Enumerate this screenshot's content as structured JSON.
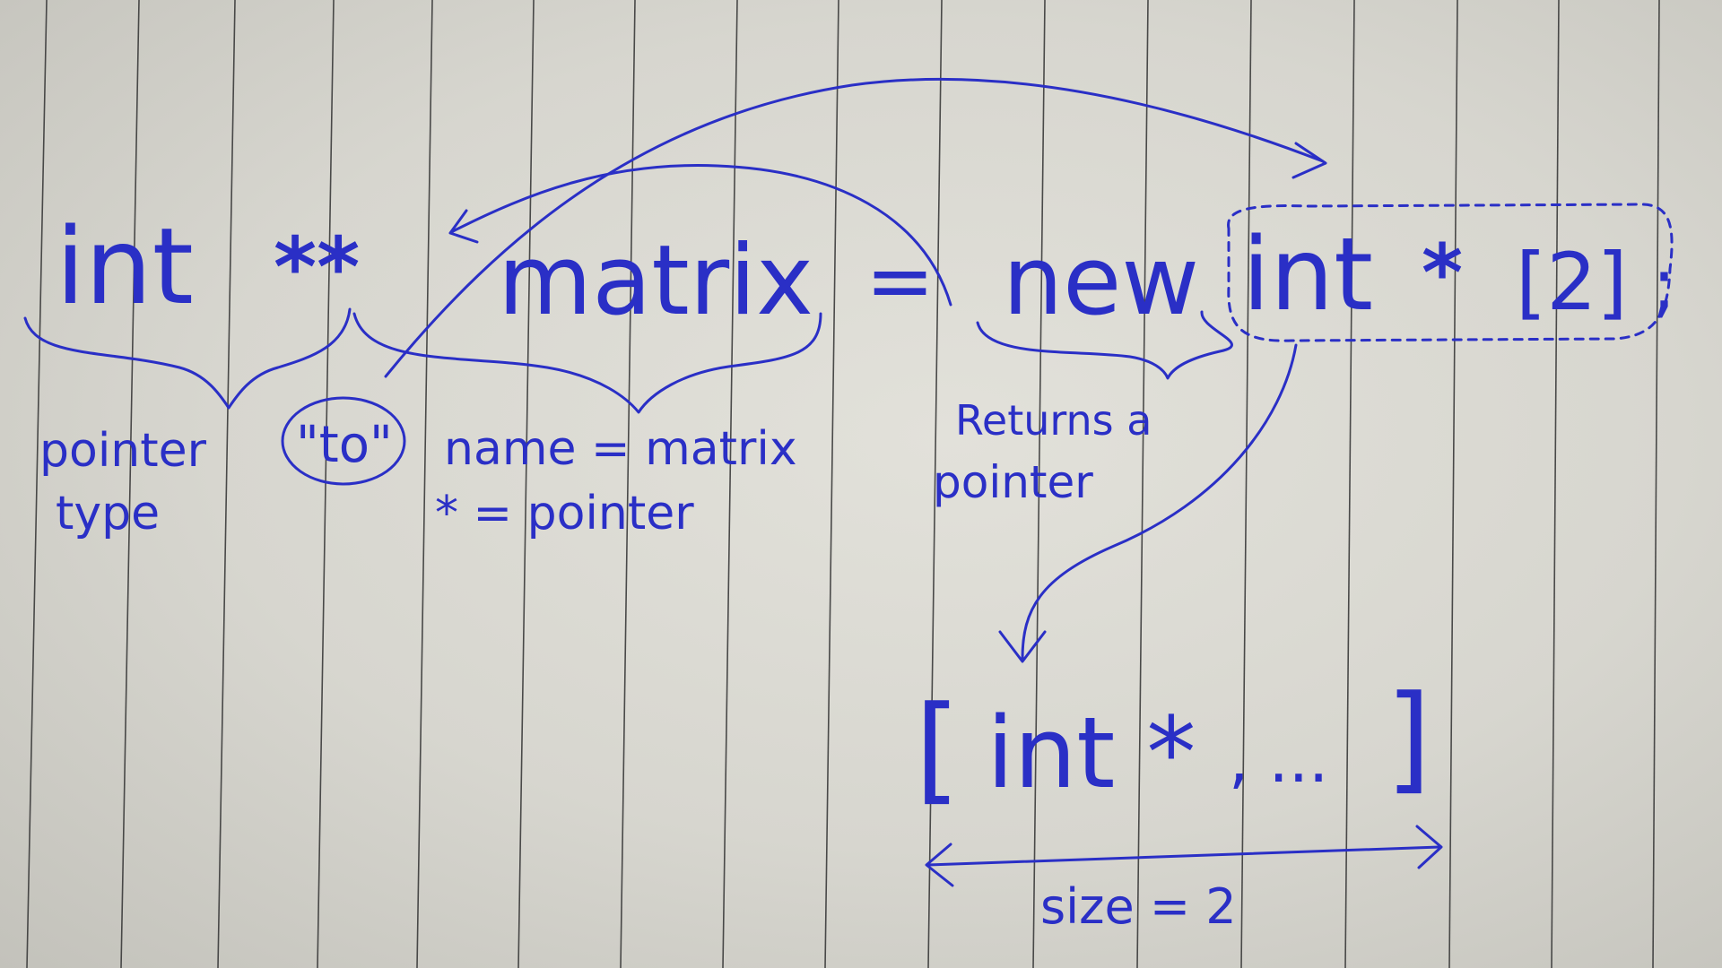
{
  "note": {
    "ink_color": "#2a2fc6",
    "paper_color": "#dcdbd4",
    "rule_color": "#3a3a3a",
    "code": {
      "type_keyword": "int",
      "type_stars": "**",
      "variable": "matrix",
      "equals": "=",
      "new_keyword": "new",
      "alloc_type": "int",
      "alloc_star": "*",
      "alloc_size": "[2]",
      "semicolon": ";"
    },
    "annotations": {
      "pointer_type_line1": "pointer",
      "pointer_type_line2": "type",
      "to_label": "\"to\"",
      "name_line": "name = matrix",
      "star_line": "* = pointer",
      "returns_line1": "Returns a",
      "returns_line2": "pointer"
    },
    "result": {
      "open_bracket": "[",
      "element": "int *",
      "rest": ", ...",
      "close_bracket": "]",
      "size_label": "size = 2"
    }
  }
}
